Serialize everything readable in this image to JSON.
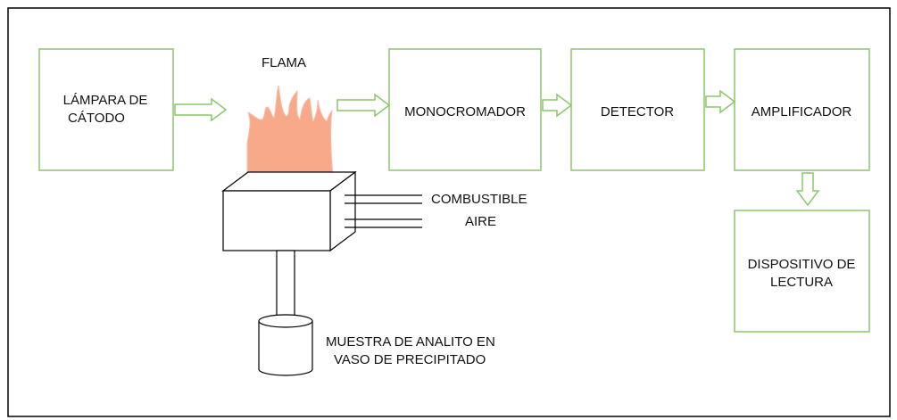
{
  "boxes": {
    "lamp": {
      "line1": "LÁMPARA DE",
      "line2": "CÁTODO"
    },
    "monochromator": "MONOCROMADOR",
    "detector": "DETECTOR",
    "amplifier": "AMPLIFICADOR",
    "readout": {
      "line1": "DISPOSITIVO DE",
      "line2": "LECTURA"
    }
  },
  "labels": {
    "flame": "FLAMA",
    "fuel": "COMBUSTIBLE",
    "air": "AIRE",
    "sample": {
      "line1": "MUESTRA DE ANALITO EN",
      "line2": "VASO DE PRECIPITADO"
    }
  },
  "colors": {
    "box_border": "#8cc66a",
    "flame_fill": "#f7a98a",
    "flame_stroke": "#f6c2ac",
    "frame": "#000000"
  }
}
